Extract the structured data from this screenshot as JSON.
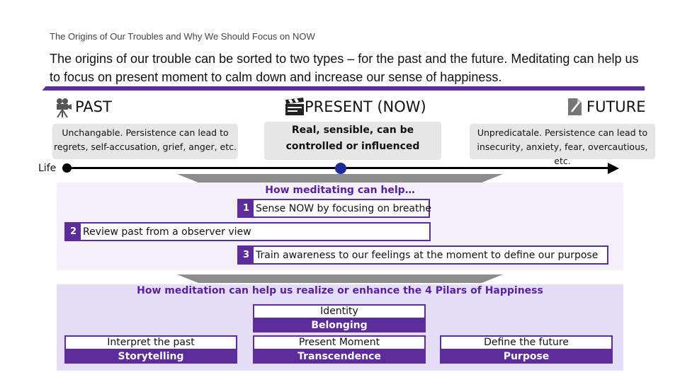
{
  "header": {
    "subtitle": "The Origins of Our Troubles and Why We Should Focus on NOW",
    "intro": "The origins of our trouble can be sorted to two types – for the past and the future. Meditating can help us to focus on present moment to calm down and increase our sense of happiness."
  },
  "eras": {
    "past": {
      "title": "PAST",
      "icon": "movie-camera-icon",
      "desc": "Unchangable. Persistence can lead to regrets, self-accusation, grief, anger, etc."
    },
    "present": {
      "title": "PRESENT (NOW)",
      "icon": "clapperboard-icon",
      "desc": "Real, sensible, can be controlled or influenced"
    },
    "future": {
      "title": "FUTURE",
      "icon": "document-pen-icon",
      "desc": "Unpredicatale. Persistence can lead to insecurity, anxiety, fear, overcautious, etc."
    }
  },
  "timeline": {
    "label": "Life"
  },
  "meditation": {
    "title": "How meditating can help…",
    "steps": [
      {
        "num": "1",
        "text": "Sense NOW by focusing on breathe"
      },
      {
        "num": "2",
        "text": "Review past from a observer view"
      },
      {
        "num": "3",
        "text": "Train awareness to our feelings at the moment to define our purpose"
      }
    ]
  },
  "pillars": {
    "title": "How meditation can help us realize or enhance the 4 Pilars of Happiness",
    "items": [
      {
        "top": "Identity",
        "bottom": "Belonging"
      },
      {
        "top": "Interpret the past",
        "bottom": "Storytelling"
      },
      {
        "top": "Present Moment",
        "bottom": "Transcendence"
      },
      {
        "top": "Define the future",
        "bottom": "Purpose"
      }
    ]
  },
  "colors": {
    "accent": "#5b2c9a",
    "title_purple": "#5b1fa0",
    "now_dot": "#1e2a9a",
    "panel_light": "#f3f0fa",
    "panel_dark": "#e4ddf6"
  }
}
